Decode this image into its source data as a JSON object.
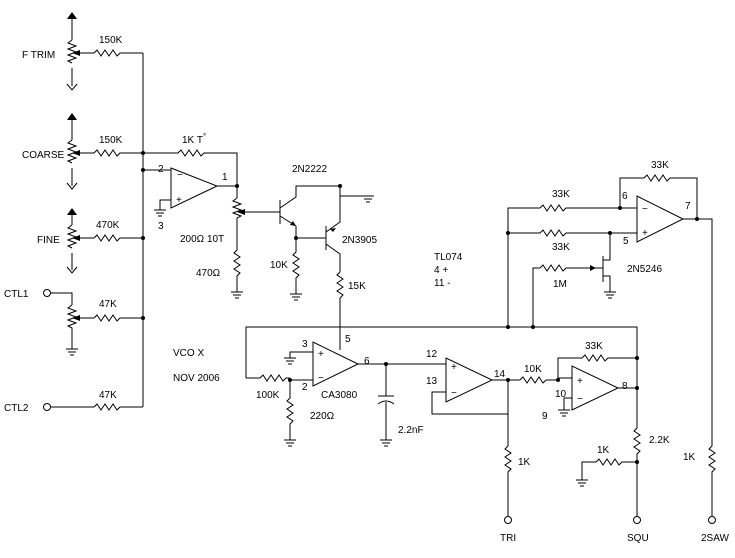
{
  "inputs": {
    "f_trim": "F TRIM",
    "coarse": "COARSE",
    "fine": "FINE",
    "ctl1": "CTL1",
    "ctl2": "CTL2"
  },
  "resistors": {
    "r_ftrim": "150K",
    "r_coarse": "150K",
    "r_fine": "470K",
    "r_ctl1": "47K",
    "r_ctl2": "47K",
    "r_tempco": "1K T",
    "tempco_degree": "°",
    "r_trim_pot": "200Ω 10T",
    "r_470": "470Ω",
    "r_10k_base": "10K",
    "r_15k": "15K",
    "r_100k": "100K",
    "r_220": "220Ω",
    "r_10k_comp": "10K",
    "r_33k_comp": "33K",
    "r_2_2k": "2.2K",
    "r_1k_bias": "1K",
    "r_1k_tri": "1K",
    "r_1k_saw": "1K",
    "r_33k_a": "33K",
    "r_33k_b": "33K",
    "r_33k_fb": "33K",
    "r_1m": "1M"
  },
  "capacitor": "2.2nF",
  "devices": {
    "q1": "2N2222",
    "q2": "2N3905",
    "ota": "CA3080",
    "jfet": "2N5246",
    "opamp_info": [
      "TL074",
      "4 +",
      "11 -"
    ]
  },
  "title": {
    "name": "VCO X",
    "date": "NOV 2006"
  },
  "pins": {
    "u1_in_minus": "2",
    "u1_in_plus": "3",
    "u1_out": "1",
    "ota_plus": "3",
    "ota_minus": "2",
    "ota_iabc": "5",
    "ota_out": "6",
    "buf_in": "12",
    "buf_fb": "13",
    "buf_out": "14",
    "cmp_in": "10",
    "cmp_ref": "9",
    "cmp_out": "8",
    "saw_minus": "6",
    "saw_plus": "5",
    "saw_out": "7"
  },
  "outputs": {
    "tri": "TRI",
    "squ": "SQU",
    "saw": "2SAW"
  }
}
